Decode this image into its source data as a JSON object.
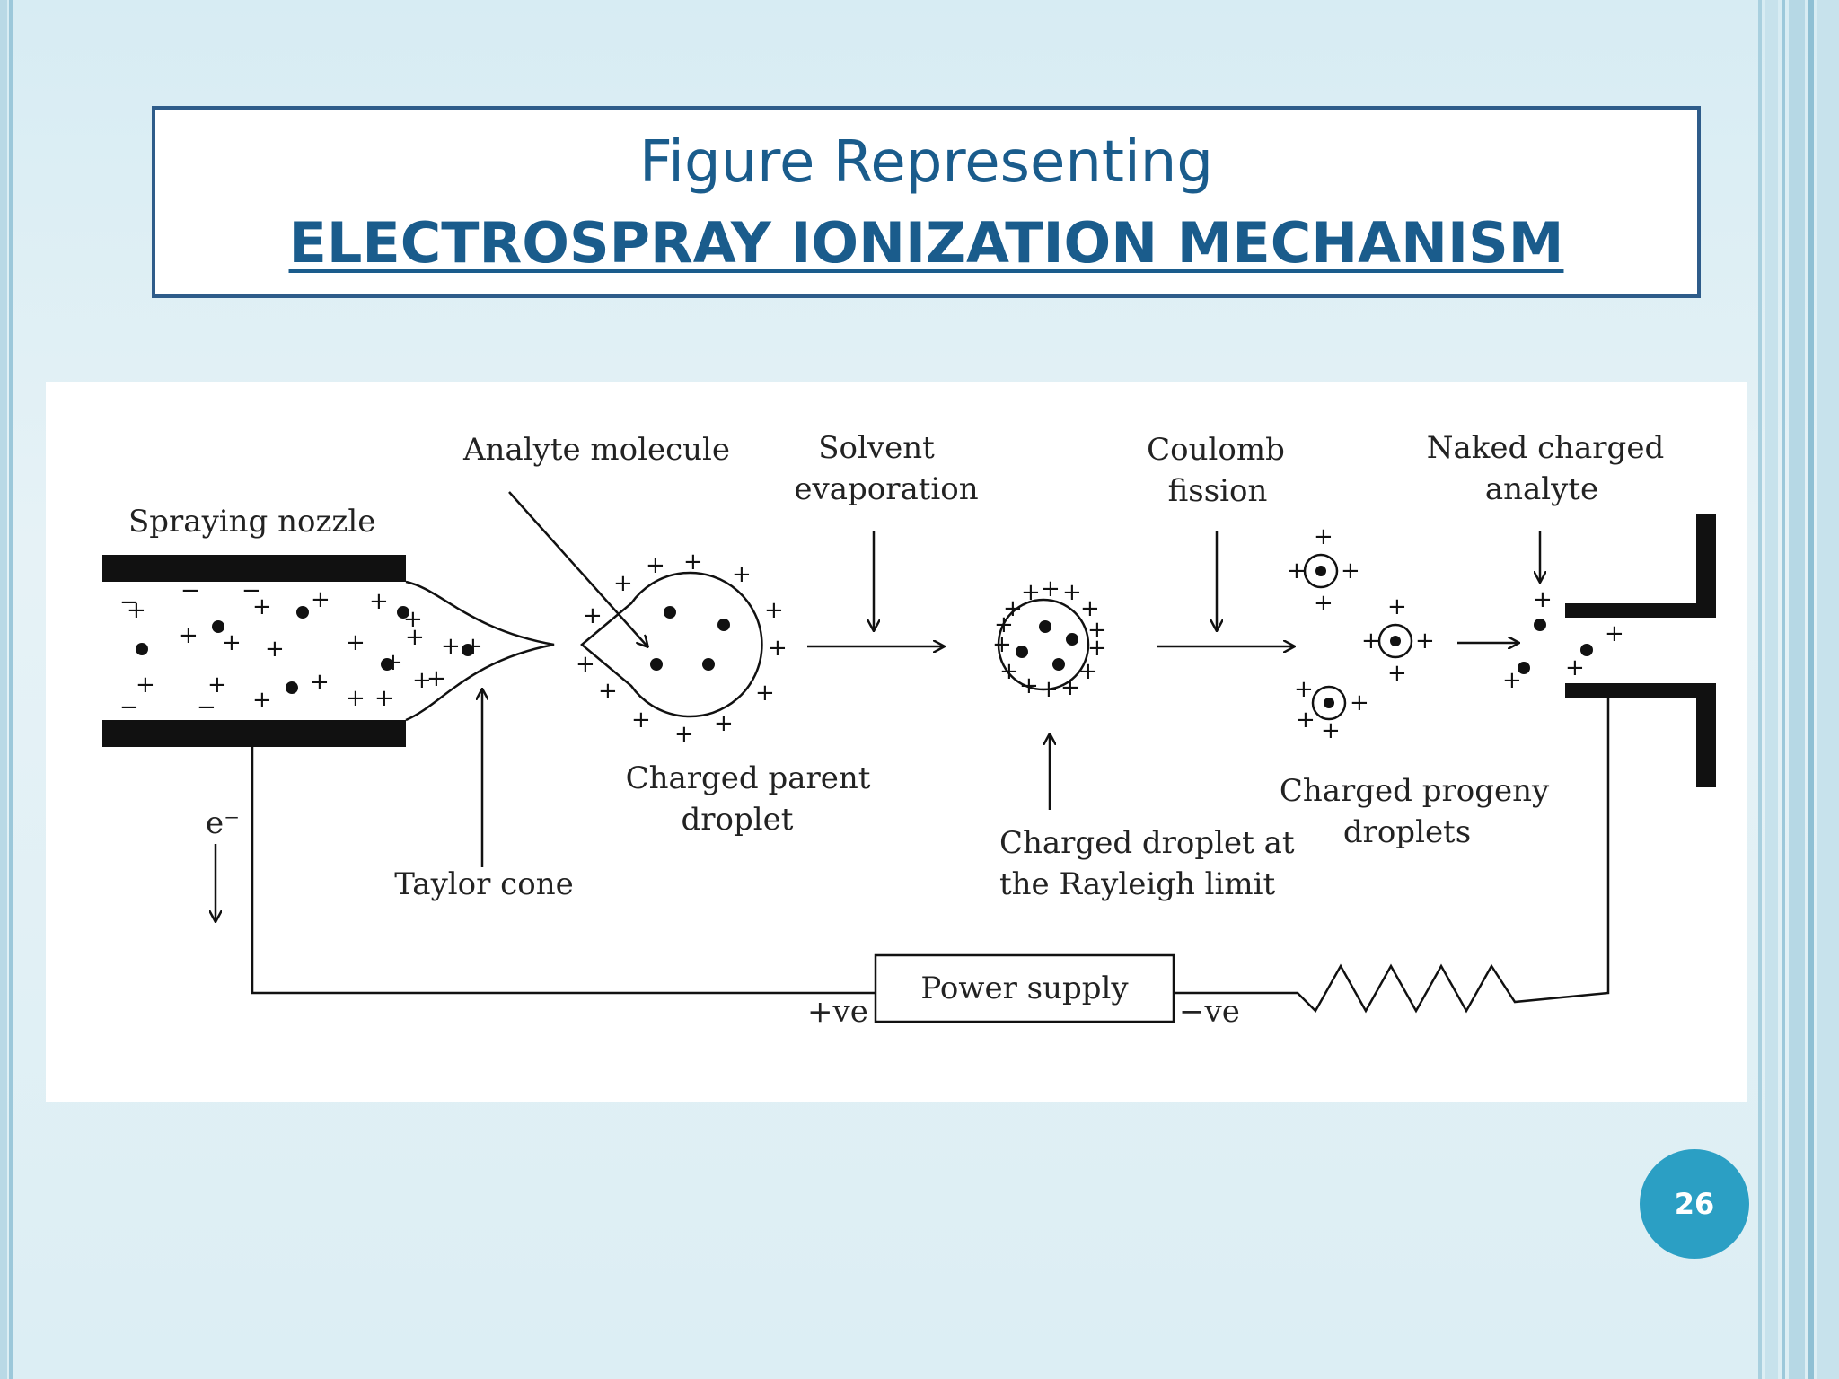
{
  "slide": {
    "title_line1": "Figure Representing",
    "title_line2": "ELECTROSPRAY IONIZATION MECHANISM",
    "page_number": "26"
  },
  "diagram": {
    "labels": {
      "spraying_nozzle": "Spraying nozzle",
      "analyte_molecule": "Analyte molecule",
      "solvent_evaporation_1": "Solvent",
      "solvent_evaporation_2": "evaporation",
      "coulomb_fission_1": "Coulomb",
      "coulomb_fission_2": "fission",
      "naked_analyte_1": "Naked charged",
      "naked_analyte_2": "analyte",
      "charged_parent_1": "Charged parent",
      "charged_parent_2": "droplet",
      "taylor_cone": "Taylor cone",
      "rayleigh_1": "Charged droplet at",
      "rayleigh_2": "the Rayleigh limit",
      "progeny_1": "Charged progeny",
      "progeny_2": "droplets",
      "electron": "e⁻",
      "power_supply": "Power supply",
      "positive": "+ve",
      "negative": "−ve"
    }
  },
  "colors": {
    "title_text": "#1a5c8c",
    "title_border": "#2e5c8a",
    "badge": "#2b9fc4"
  }
}
